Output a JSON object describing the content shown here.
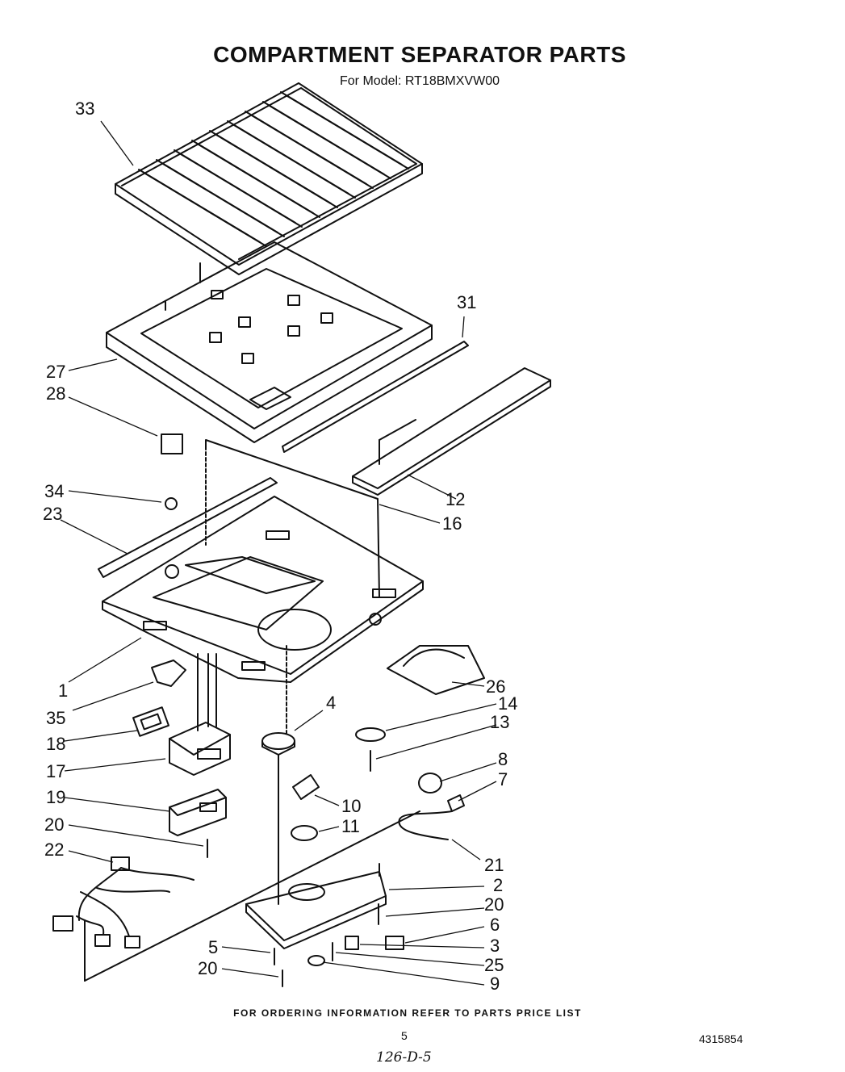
{
  "title": "COMPARTMENT SEPARATOR PARTS",
  "subtitle": "For Model: RT18BMXVW00",
  "callouts": [
    "33",
    "31",
    "27",
    "28",
    "12",
    "34",
    "16",
    "23",
    "1",
    "26",
    "35",
    "14",
    "4",
    "13",
    "18",
    "17",
    "8",
    "7",
    "19",
    "10",
    "11",
    "20",
    "22",
    "21",
    "2",
    "20",
    "6",
    "5",
    "3",
    "20",
    "25",
    "9"
  ],
  "footer": "FOR ORDERING INFORMATION REFER TO PARTS PRICE LIST",
  "page_number": "5",
  "document_number": "4315854",
  "handwritten_note": "126-D-5"
}
